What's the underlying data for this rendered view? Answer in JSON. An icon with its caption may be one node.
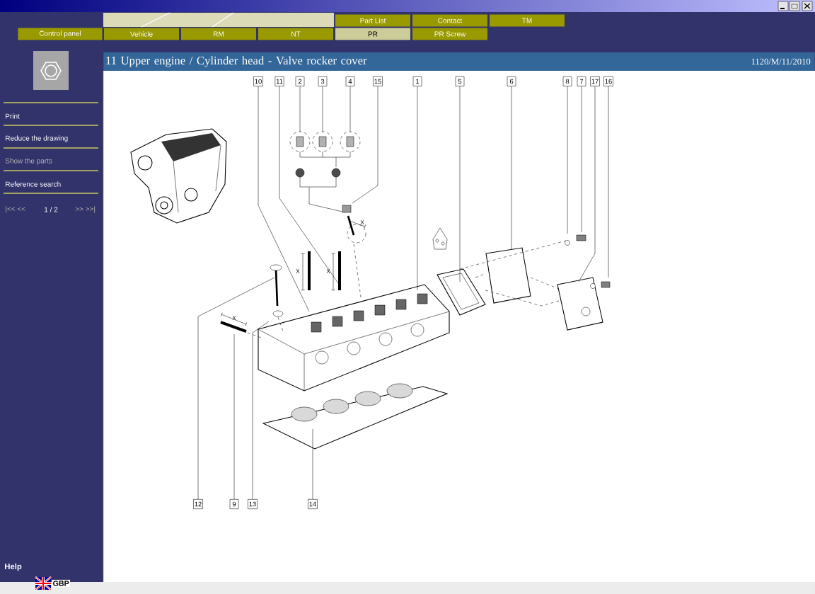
{
  "diagram": {
    "nodes": [
      {
        "text": [
          "Part List"
        ]
      },
      {
        "text": [
          "Contact"
        ]
      },
      {
        "text": [
          "TM"
        ]
      },
      {
        "text": [
          "Control panel"
        ]
      },
      {
        "text": [
          "Vehicle"
        ]
      },
      {
        "text": [
          "RM"
        ]
      },
      {
        "text": [
          "NT"
        ]
      },
      {
        "text": [
          "PR"
        ]
      },
      {
        "text": [
          "PR Screw"
        ]
      },
      {
        "text": [
          "11 Upper engine / Cylinder head - Valve rocker cover",
          "1120/M/11/2010"
        ]
      },
      {
        "text": [
          "10"
        ]
      },
      {
        "text": [
          "11"
        ]
      },
      {
        "text": [
          "2"
        ]
      },
      {
        "text": [
          "3"
        ]
      },
      {
        "text": [
          "4"
        ]
      },
      {
        "text": [
          "15"
        ]
      },
      {
        "text": [
          "1"
        ]
      },
      {
        "text": [
          "5"
        ]
      },
      {
        "text": [
          "6"
        ]
      },
      {
        "text": [
          "8"
        ]
      },
      {
        "text": [
          "7"
        ]
      },
      {
        "text": [
          "17"
        ]
      },
      {
        "text": [
          "16"
        ]
      },
      {
        "text": [
          "12"
        ]
      },
      {
        "text": [
          "9"
        ]
      },
      {
        "text": [
          "13"
        ]
      },
      {
        "text": [
          "14"
        ]
      }
    ],
    "edges": [
      {
        "from": 10,
        "to": null,
        "arrow": "none"
      },
      {
        "from": 11,
        "to": null,
        "arrow": "none"
      },
      {
        "from": 12,
        "to": null,
        "arrow": "none"
      },
      {
        "from": 13,
        "to": null,
        "arrow": "none"
      },
      {
        "from": 14,
        "to": null,
        "arrow": "none"
      },
      {
        "from": 15,
        "to": null,
        "arrow": "none"
      },
      {
        "from": 16,
        "to": null,
        "arrow": "none"
      },
      {
        "from": 17,
        "to": null,
        "arrow": "none"
      },
      {
        "from": 18,
        "to": null,
        "arrow": "none"
      },
      {
        "from": 19,
        "to": null,
        "arrow": "none"
      },
      {
        "from": 20,
        "to": null,
        "arrow": "none"
      },
      {
        "from": 21,
        "to": null,
        "arrow": "none"
      },
      {
        "from": 22,
        "to": null,
        "arrow": "none"
      },
      {
        "from": 23,
        "to": null,
        "arrow": "none"
      },
      {
        "from": 24,
        "to": null,
        "arrow": "none"
      },
      {
        "from": 25,
        "to": null,
        "arrow": "none"
      },
      {
        "from": 26,
        "to": null,
        "arrow": "none"
      }
    ],
    "labels": [
      "Print",
      "Reduce the drawing",
      "Show the parts",
      "Reference search",
      "|<< <<",
      "1 / 2",
      ">> >>|",
      "Help",
      "GBP",
      "X",
      "X",
      "X",
      "X"
    ]
  }
}
